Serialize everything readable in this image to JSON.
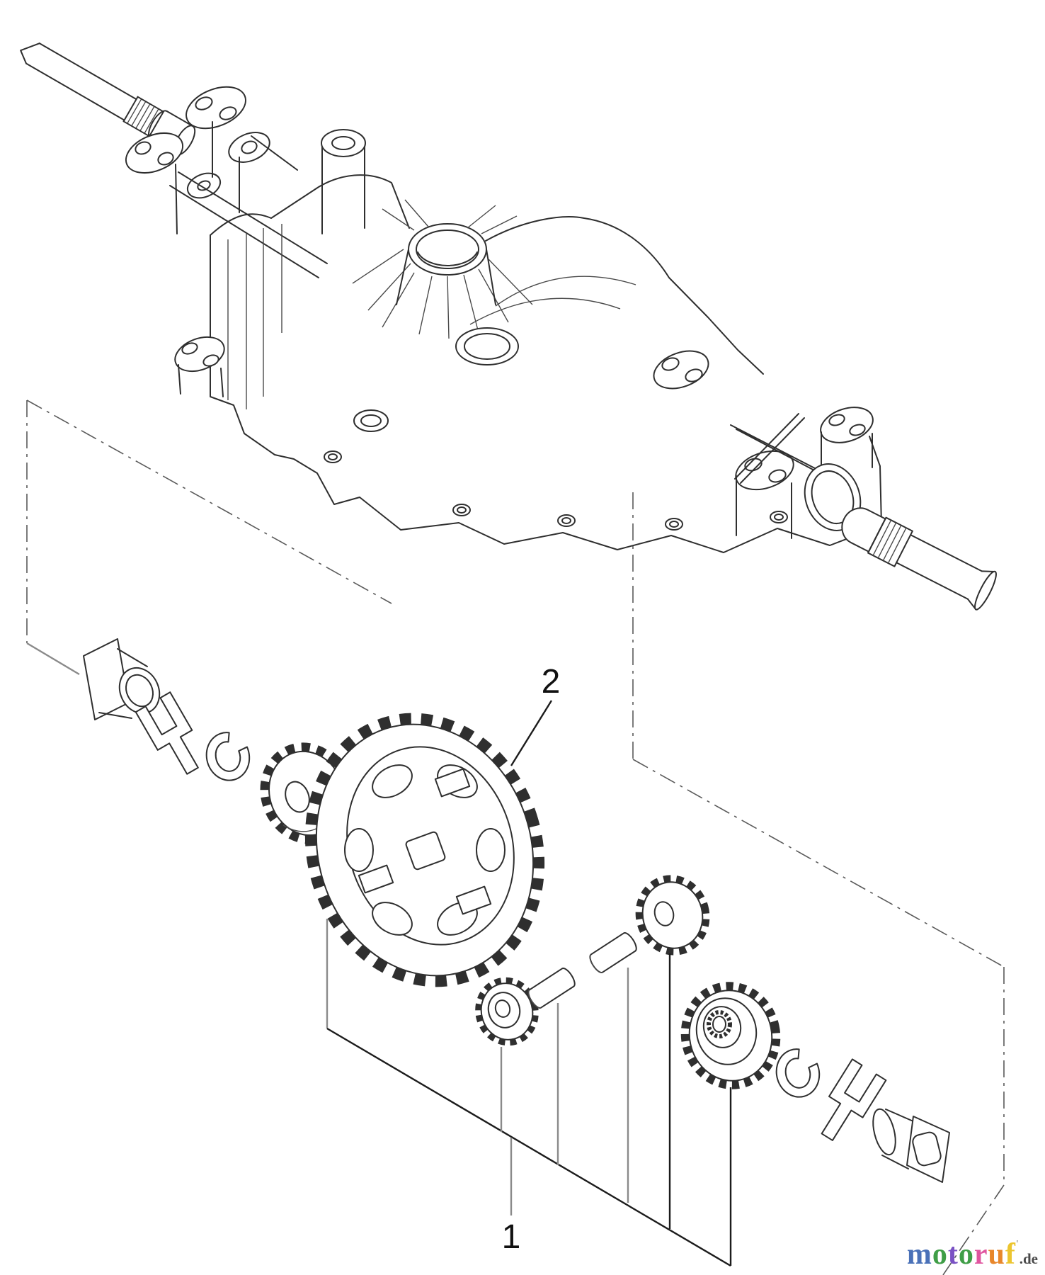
{
  "diagram": {
    "kind": "exploded-parts-line-drawing",
    "callouts": {
      "one": {
        "label": "1"
      },
      "two": {
        "label": "2"
      }
    }
  },
  "watermark": {
    "letters": [
      {
        "ch": "m",
        "color": "#4a71b8"
      },
      {
        "ch": "o",
        "color": "#3f9e47"
      },
      {
        "ch": "t",
        "color": "#7a52c4"
      },
      {
        "ch": "o",
        "color": "#3f9e47"
      },
      {
        "ch": "r",
        "color": "#e0559f"
      },
      {
        "ch": "u",
        "color": "#e8872b"
      },
      {
        "ch": "f",
        "color": "#ecc52f"
      }
    ],
    "mark": "'",
    "suffix": ".de"
  },
  "colors": {
    "background": "#ffffff",
    "line_art": "#2f2f2f",
    "dash_boundary": "#5a5a5a",
    "leader_gray": "#8a8a8a",
    "leader_black": "#1c1c1c",
    "watermark_suffix": "#4a4a4a"
  }
}
